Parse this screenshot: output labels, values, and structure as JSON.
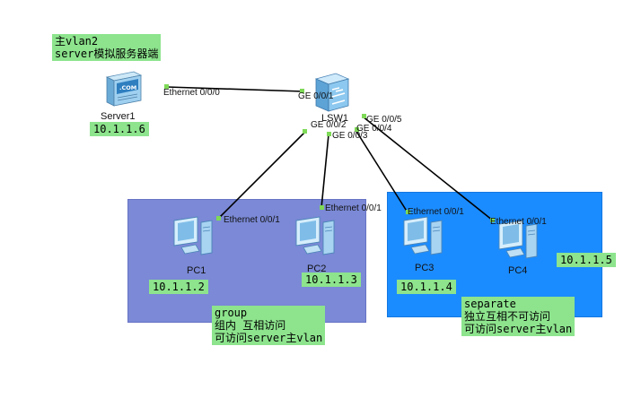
{
  "notes": {
    "vlan2": [
      "主vlan2",
      "server模拟服务器端"
    ],
    "group": [
      "group",
      "组内 互相访问",
      "可访问server主vlan"
    ],
    "separate": [
      "separate",
      "独立互相不可访问",
      "可访问server主vlan"
    ]
  },
  "devices": {
    "server1": {
      "name": "Server1",
      "ip": "10.1.1.6",
      "badge": ".COM"
    },
    "lsw1": {
      "name": "LSW1"
    },
    "pc1": {
      "name": "PC1",
      "ip": "10.1.1.2"
    },
    "pc2": {
      "name": "PC2",
      "ip": "10.1.1.3"
    },
    "pc3": {
      "name": "PC3",
      "ip": "10.1.1.4"
    },
    "pc4": {
      "name": "PC4",
      "ip": "10.1.1.5"
    }
  },
  "ports": {
    "server_eth": "Ethernet 0/0/0",
    "sw_ge1": "GE 0/0/1",
    "sw_ge2": "GE 0/0/2",
    "sw_ge3": "GE 0/0/3",
    "sw_ge4": "GE 0/0/4",
    "sw_ge5": "GE 0/0/5",
    "pc1_eth": "Ethernet 0/0/1",
    "pc2_eth": "Ethernet 0/0/1",
    "pc3_eth": "Ethernet 0/0/1",
    "pc4_eth": "Ethernet 0/0/1"
  },
  "colors": {
    "group_zone": "#7b89d6",
    "separate_zone": "#1b8cff",
    "note_bg": "#8de48d",
    "link": "#000000",
    "port_dot": "#7ed957"
  }
}
